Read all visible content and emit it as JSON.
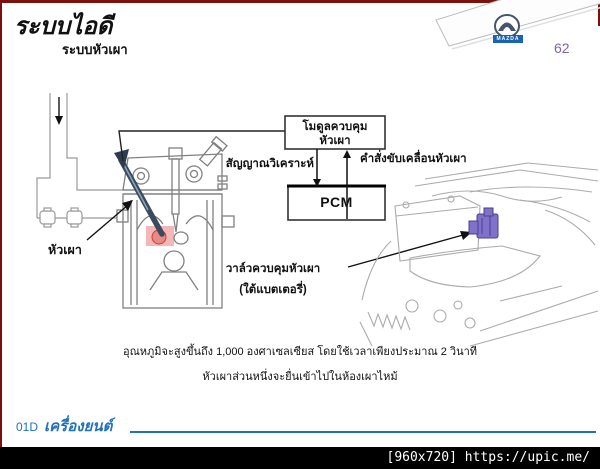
{
  "slide": {
    "title": "ระบบไอดี",
    "subtitle": "ระบบหัวเผา",
    "page_number": "62",
    "logo_text": "MAZDA"
  },
  "diagram": {
    "module_line1": "โมดูลควบคุม",
    "module_line2": "หัวเผา",
    "pcm_label": "PCM",
    "signal_label": "สัญญาณวิเคราะห์",
    "command_label": "คำสั่งขับเคลื่อนหัวเผา",
    "glow_plug_label": "หัวเผา",
    "valve_label_line1": "วาล์วควบคุมหัวเผา",
    "valve_label_line2": "(ใต้แบตเตอรี่)"
  },
  "notes": {
    "line1": "อุณหภูมิจะสูงขึ้นถึง 1,000 องศาเซลเซียส  โดยใช้เวลาเพียงประมาณ 2 วินาที",
    "line2": "หัวเผาส่วนหนึ่งจะยื่นเข้าไปในห้องเผาไหม้"
  },
  "footer": {
    "code": "01D",
    "label": "เครื่องยนต์"
  },
  "watermark": "[960x720] https://upic.me/",
  "colors": {
    "accent_red": "#7B100D",
    "footer_blue": "#2272B9",
    "page_purple": "#8064A2",
    "mazda_blue": "#1A62B5",
    "glow_blue": "#3A4B5E",
    "highlight_pink": "#F3AFAF",
    "glow_tip_red": "#E58A85",
    "valve_purple": "#8172C9"
  }
}
